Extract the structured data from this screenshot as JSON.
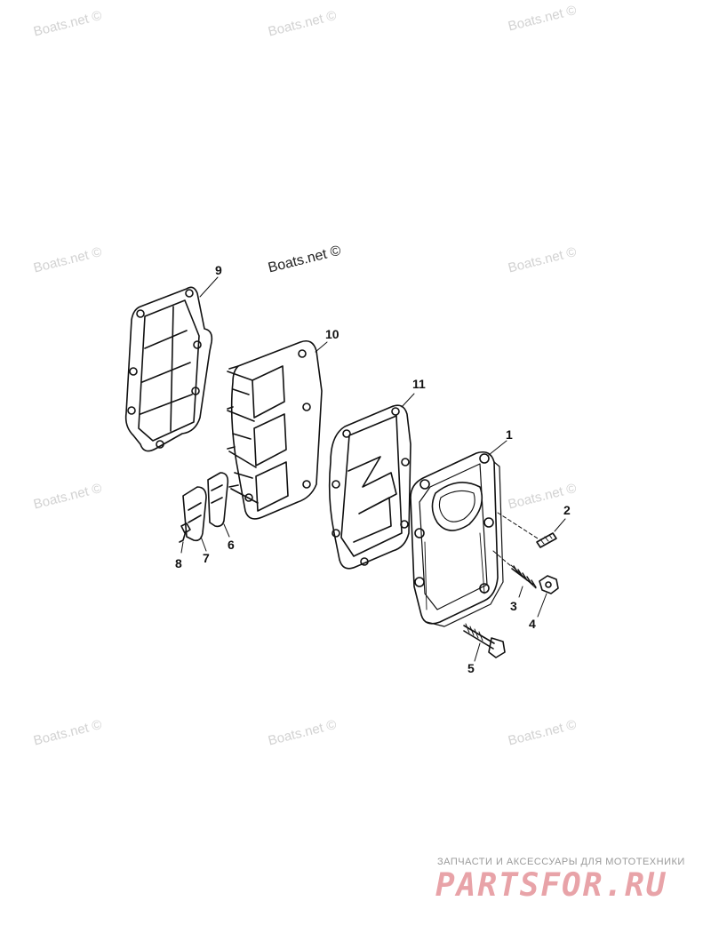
{
  "watermarks": {
    "faint_label": "Boats.net ©",
    "main_label": "Boats.net ©"
  },
  "callouts": {
    "c1": "1",
    "c2": "2",
    "c3": "3",
    "c4": "4",
    "c5": "5",
    "c6": "6",
    "c7": "7",
    "c8": "8",
    "c9": "9",
    "c10": "10",
    "c11": "11"
  },
  "footer": {
    "tagline": "ЗАПЧАСТИ И АКСЕССУАРЫ ДЛЯ МОТОТЕХНИКИ",
    "logo": "PARTSFOR.RU"
  },
  "colors": {
    "line": "#111111",
    "watermark": "#d2d2d2",
    "logo": "#e8a3a8"
  }
}
